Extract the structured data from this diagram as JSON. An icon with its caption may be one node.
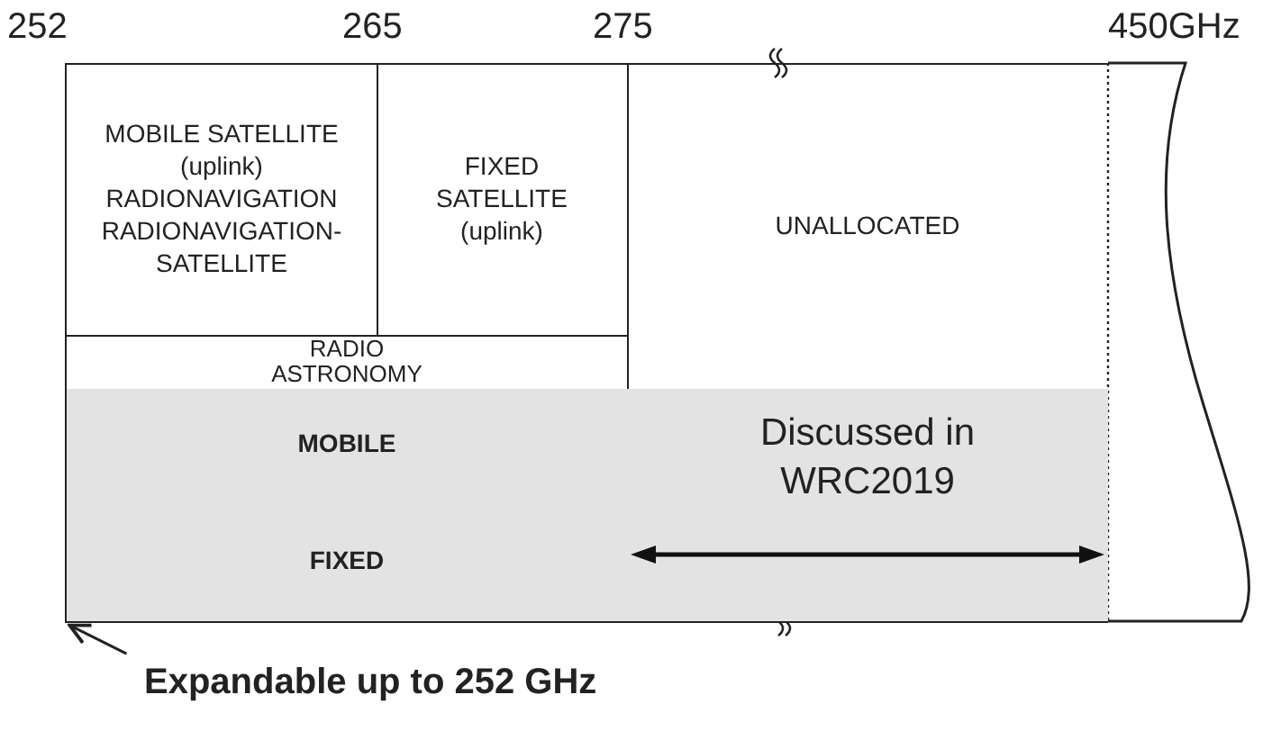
{
  "diagram": {
    "nodes": [
      {
        "text": [
          "MOBILE SATELLITE (uplink)",
          "RADIONAVIGATION",
          "RADIONAVIGATION-SATELLITE"
        ]
      },
      {
        "text": [
          "FIXED SATELLITE (uplink)"
        ]
      },
      {
        "text": [
          "UNALLOCATED"
        ]
      },
      {
        "text": [
          "RADIO ASTRONOMY"
        ]
      },
      {
        "text": [
          "MOBILE"
        ]
      },
      {
        "text": [
          "FIXED"
        ]
      },
      {
        "text": [
          "Discussed in WRC2019"
        ]
      },
      {
        "text": [
          "Expandable up to 252 GHz"
        ]
      }
    ],
    "edges": [
      {
        "from": 7,
        "to": 5,
        "arrow": "to"
      }
    ],
    "labels": [
      "252",
      "265",
      "275",
      "450GHz"
    ]
  }
}
